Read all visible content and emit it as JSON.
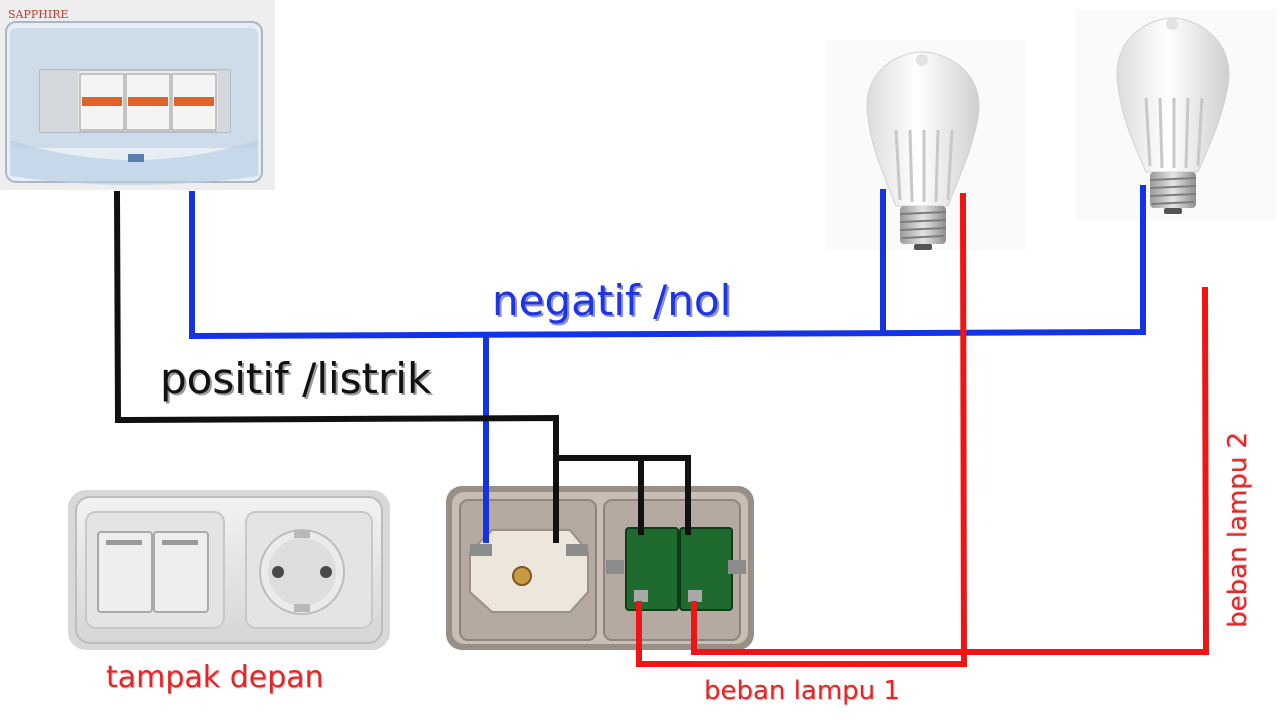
{
  "panel": {
    "brand": "SAPPHIRE"
  },
  "labels": {
    "negative": "negatif /nol",
    "positive": "positif /listrik",
    "front_view": "tampak depan",
    "load_1": "beban lampu 1",
    "load_2": "beban lampu 2"
  },
  "wire_colors": {
    "neutral": "#1432e6",
    "live": "#111111",
    "load": "#f01414"
  }
}
